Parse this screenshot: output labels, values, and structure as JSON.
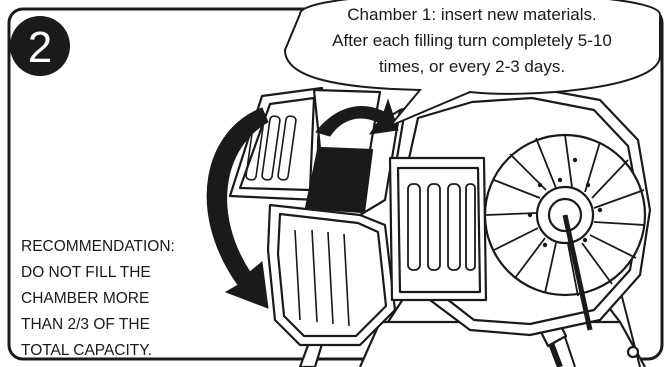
{
  "step": {
    "number": "2"
  },
  "callout": {
    "lines": [
      "Chamber 1: insert new materials.",
      "After each filling turn completely 5-10",
      "times, or every 2-3 days."
    ]
  },
  "recommendation": {
    "lines": [
      "RECOMMENDATION:",
      "DO NOT FILL THE",
      "CHAMBER MORE",
      "THAN 2/3 OF THE",
      "TOTAL CAPACITY."
    ]
  },
  "colors": {
    "ink": "#1a1a1a",
    "paper": "#ffffff",
    "badge": "#1a1a1a"
  },
  "icons": {
    "rotation_arrow": "curved-rotation-arrow-icon",
    "lid_arrow": "curved-lid-arrow-icon"
  }
}
